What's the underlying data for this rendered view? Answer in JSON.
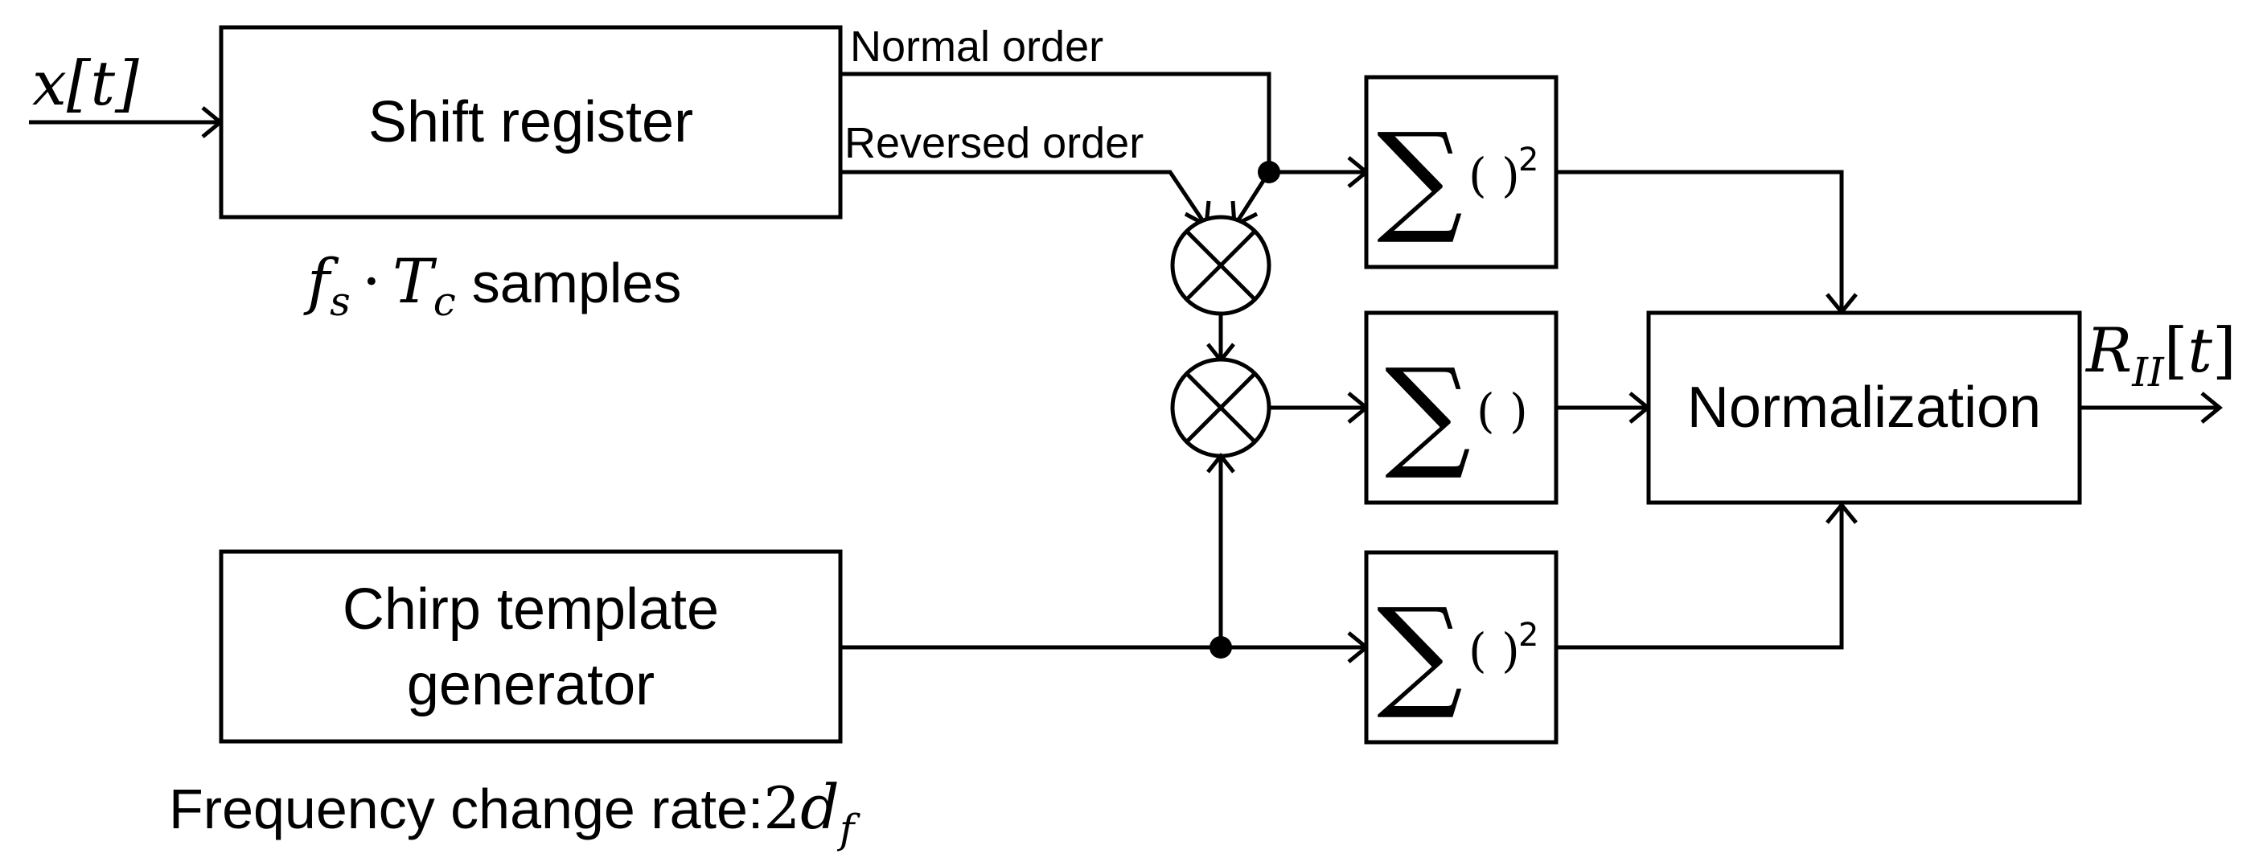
{
  "input": {
    "symbol": "x",
    "open_bracket": "[",
    "arg": "t",
    "close_bracket": "]"
  },
  "shift_register": {
    "label": "Shift register",
    "caption_f": "f",
    "caption_f_sub": "s",
    "caption_dot": "·",
    "caption_t": "T",
    "caption_t_sub": "c",
    "caption_text": "samples"
  },
  "taps": {
    "normal": "Normal order",
    "reversed": "Reversed order"
  },
  "chirp": {
    "label_line1": "Chirp template",
    "label_line2": "generator",
    "caption_text": "Frequency change rate:",
    "caption_num": "2",
    "caption_d": "d",
    "caption_d_sub": "f"
  },
  "summers": [
    {
      "sigma": "∑",
      "paren": "( )",
      "exponent": "2"
    },
    {
      "sigma": "∑",
      "paren": "( )",
      "exponent": ""
    },
    {
      "sigma": "∑",
      "paren": "( )",
      "exponent": "2"
    }
  ],
  "normalization": {
    "label": "Normalization"
  },
  "output": {
    "symbol": "R",
    "sub": "II",
    "open_bracket": "[",
    "arg": "t",
    "close_bracket": "]"
  }
}
